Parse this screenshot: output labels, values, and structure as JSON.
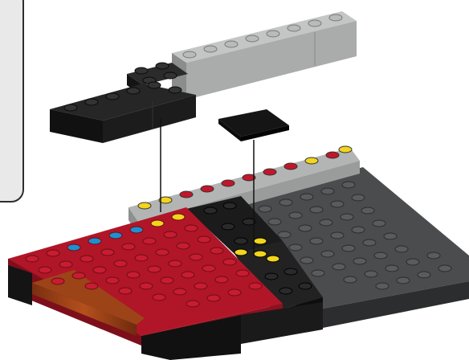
{
  "figure": {
    "kind": "building-instruction-step",
    "parts": [
      {
        "name": "black-brick",
        "color": "#1c1c1c"
      },
      {
        "name": "light-gray-brick",
        "color": "#a9acab"
      },
      {
        "name": "black-tile-2x2",
        "color": "#151515"
      },
      {
        "name": "red-plate",
        "color": "#b01627"
      },
      {
        "name": "dark-gray-plate",
        "color": "#4b4c4e"
      }
    ],
    "stud_colors": {
      "yellow": "#f2d51c",
      "red": "#c2172a",
      "blue": "#1f8fd0",
      "black": "#141414"
    },
    "callout_panel": {
      "background": "#e9e9e9",
      "border": "#2d2d2d"
    },
    "lines": {
      "color": "#111111"
    }
  }
}
